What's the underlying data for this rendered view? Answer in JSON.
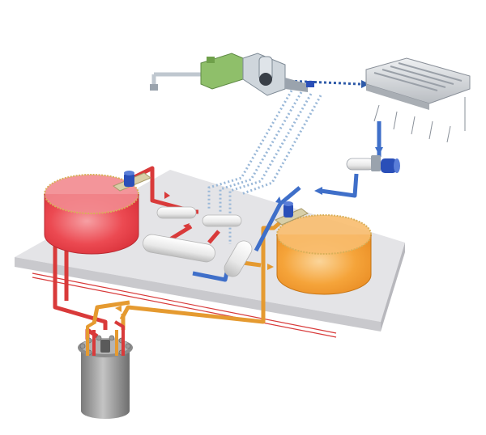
{
  "diagram": {
    "kind": "illustration",
    "components": [
      {
        "id": "hot-salt-tank",
        "color": "#e5323a"
      },
      {
        "id": "cold-salt-tank",
        "color": "#f39a2b"
      },
      {
        "id": "turbine-generator",
        "color": "#8fbf6a"
      },
      {
        "id": "air-cooled-condenser",
        "color": "#d9dcdf"
      },
      {
        "id": "condensate-pump",
        "color": "#2a4fb8"
      },
      {
        "id": "steam-generator-heat-exchangers",
        "color": "#eeeeee"
      },
      {
        "id": "reactor-vessel",
        "color": "#9a9a9a"
      },
      {
        "id": "base-platform",
        "color": "#e6e6e8"
      }
    ],
    "flows": {
      "hot_salt": "#d93a3a",
      "cold_salt": "#e59a30",
      "steam": "#9ab8d8",
      "feedwater": "#3f6fc9",
      "boundary_line": "#d83a3a"
    }
  }
}
